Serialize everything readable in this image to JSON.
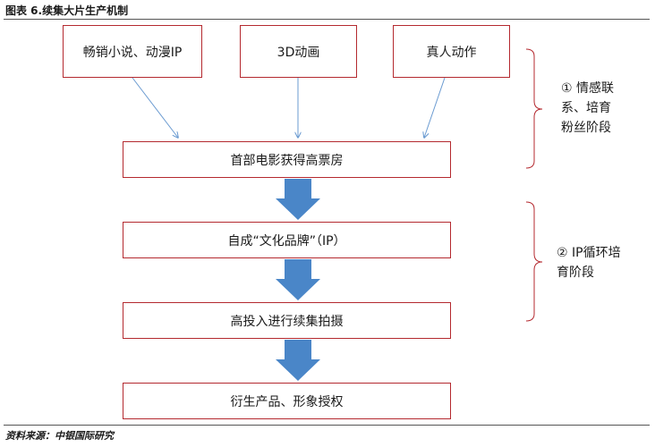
{
  "header": {
    "title": "图表 6.续集大片生产机制"
  },
  "diagram": {
    "sources": [
      "畅销小说、动漫IP",
      "3D动画",
      "真人动作"
    ],
    "stages": [
      "首部电影获得高票房",
      "自成“文化品牌”（IP）",
      "高投入进行续集拍摄",
      "衍生产品、形象授权"
    ],
    "phases": [
      {
        "lines": [
          "① 情感联",
          "系、培育",
          "粉丝阶段"
        ]
      },
      {
        "lines": [
          "② IP循环培",
          "育阶段"
        ]
      }
    ],
    "colors": {
      "box_border": "#b4292f",
      "arrow_thin": "#6b9bd1",
      "arrow_block": "#4a86c8",
      "bracket": "#b4292f"
    }
  },
  "footer": {
    "source": "资料来源：中银国际研究"
  }
}
